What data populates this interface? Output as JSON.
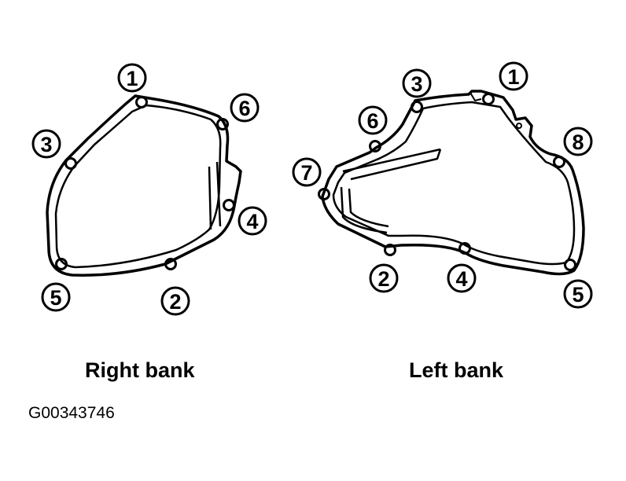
{
  "right_bank": {
    "caption": "Right bank",
    "bolts": [
      "1",
      "2",
      "3",
      "4",
      "5",
      "6"
    ]
  },
  "left_bank": {
    "caption": "Left bank",
    "bolts": [
      "1",
      "2",
      "3",
      "4",
      "5",
      "6",
      "7",
      "8"
    ]
  },
  "figure_id": "G00343746"
}
